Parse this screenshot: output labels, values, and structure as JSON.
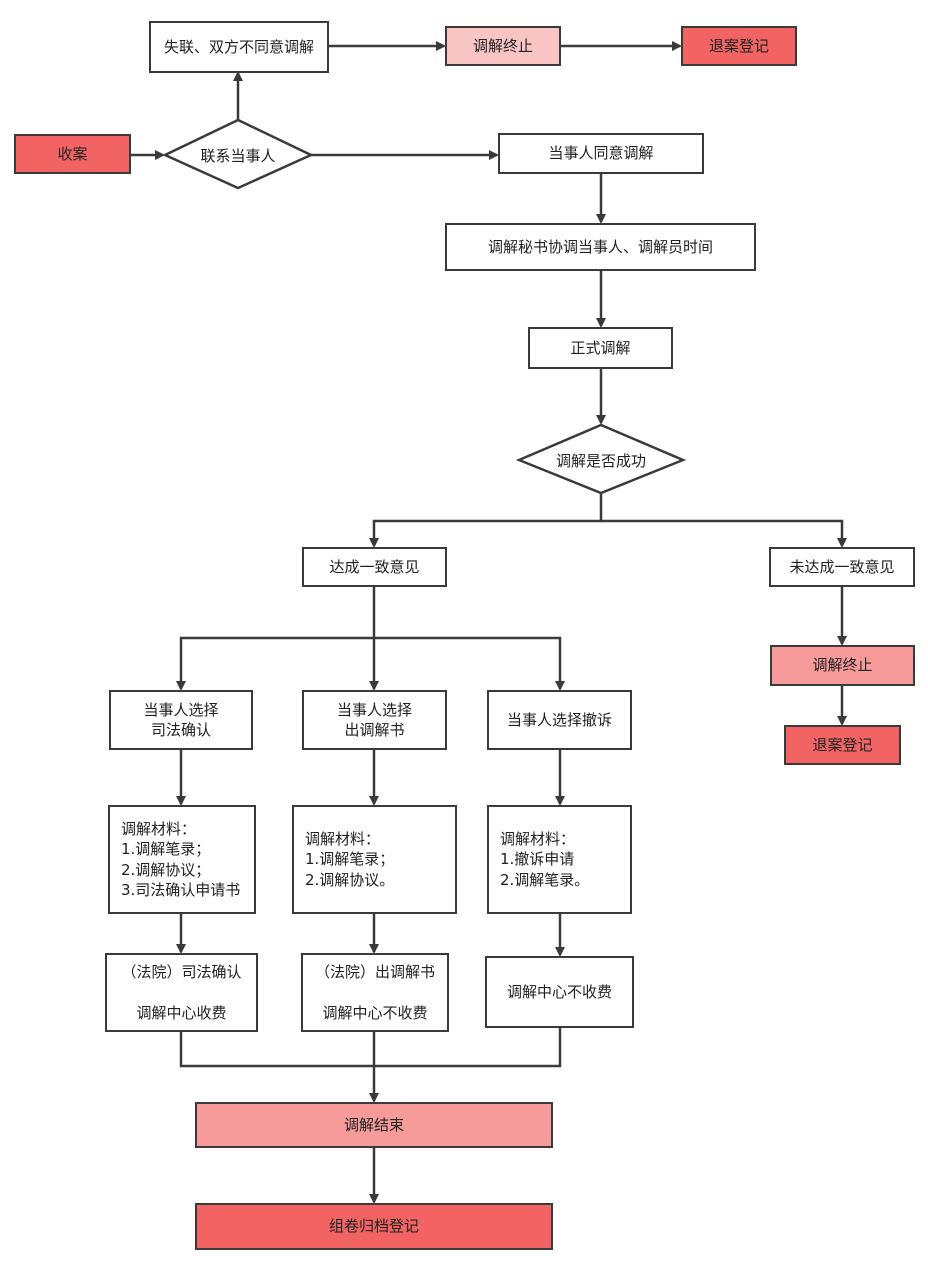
{
  "nodes": {
    "shou_an": "收案",
    "lianxi": "联系当事人",
    "shilian": "失联、双方不同意调解",
    "zhongzhi_top": "调解终止",
    "tuian_top": "退案登记",
    "tongyi": "当事人同意调解",
    "mishu": "调解秘书协调当事人、调解员时间",
    "zhengshi": "正式调解",
    "chenggong": "调解是否成功",
    "dacheng": "达成一致意见",
    "weidacheng": "未达成一致意见",
    "zhongzhi_right": "调解终止",
    "tuian_right": "退案登记",
    "xz_sifa": "当事人选择\n司法确认",
    "xz_chu": "当事人选择\n出调解书",
    "xz_chesu": "当事人选择撤诉",
    "cl_sifa": "调解材料：\n1.调解笔录；\n2.调解协议；\n3.司法确认申请书",
    "cl_chu": "调解材料：\n1.调解笔录；\n2.调解协议。",
    "cl_chesu": "调解材料：\n1.撤诉申请\n2.调解笔录。",
    "res_sifa": "（法院）司法确认\n\n调解中心收费",
    "res_chu": "（法院）出调解书\n\n调解中心不收费",
    "res_chesu": "调解中心不收费",
    "jieshu": "调解结束",
    "guidang": "组卷归档登记"
  },
  "colors": {
    "red": "#f26464",
    "pink": "#f79a9a",
    "light_pink": "#f9c4c4",
    "line": "#3a3a3a"
  }
}
